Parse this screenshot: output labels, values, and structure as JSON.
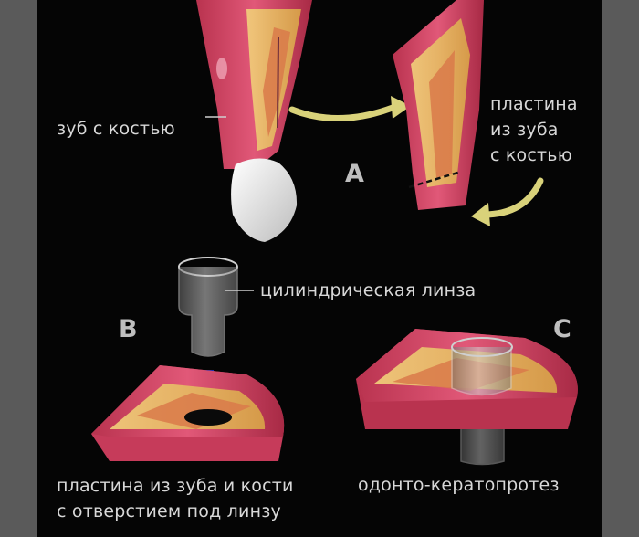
{
  "labels": {
    "tooth_with_bone": "зуб с костью",
    "plate_line1": "пластина",
    "plate_line2": "из зуба",
    "plate_line3": "с костью",
    "lens": "цилиндрическая линза",
    "plate_hole_line1": "пластина из зуба и кости",
    "plate_hole_line2": "с отверстием под линзу",
    "okp": "одонто-кератопротез"
  },
  "letters": {
    "a": "A",
    "b": "B",
    "c": "C"
  },
  "colors": {
    "background": "#050505",
    "side_bars": "#5a5a5a",
    "gum": "#d9496a",
    "bone": "#e8b95a",
    "arrow_yellow": "#d9d27a",
    "arrow_blue": "#1d2fb0"
  }
}
